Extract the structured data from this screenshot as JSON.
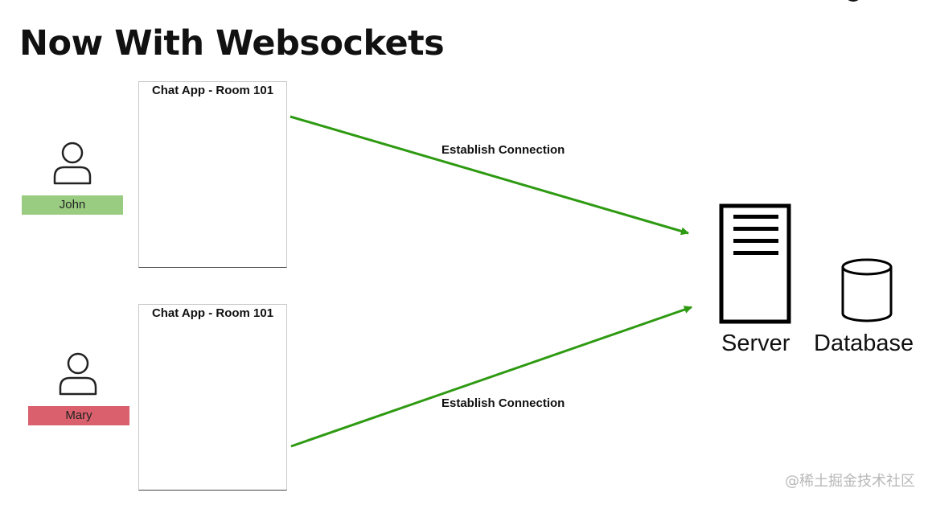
{
  "title": "Now With Websockets",
  "clients": [
    {
      "window_title": "Chat App - Room 101",
      "user": "John",
      "user_color": "#99cc80"
    },
    {
      "window_title": "Chat App - Room 101",
      "user": "Mary",
      "user_color": "#d9606c"
    }
  ],
  "connections": [
    {
      "label": "Establish Connection"
    },
    {
      "label": "Establish Connection"
    }
  ],
  "server": {
    "label": "Server",
    "icon": "server-icon"
  },
  "database": {
    "label": "Database",
    "icon": "database-icon"
  },
  "arrow_color": "#2e9a12",
  "watermark": "@稀土掘金技术社区"
}
